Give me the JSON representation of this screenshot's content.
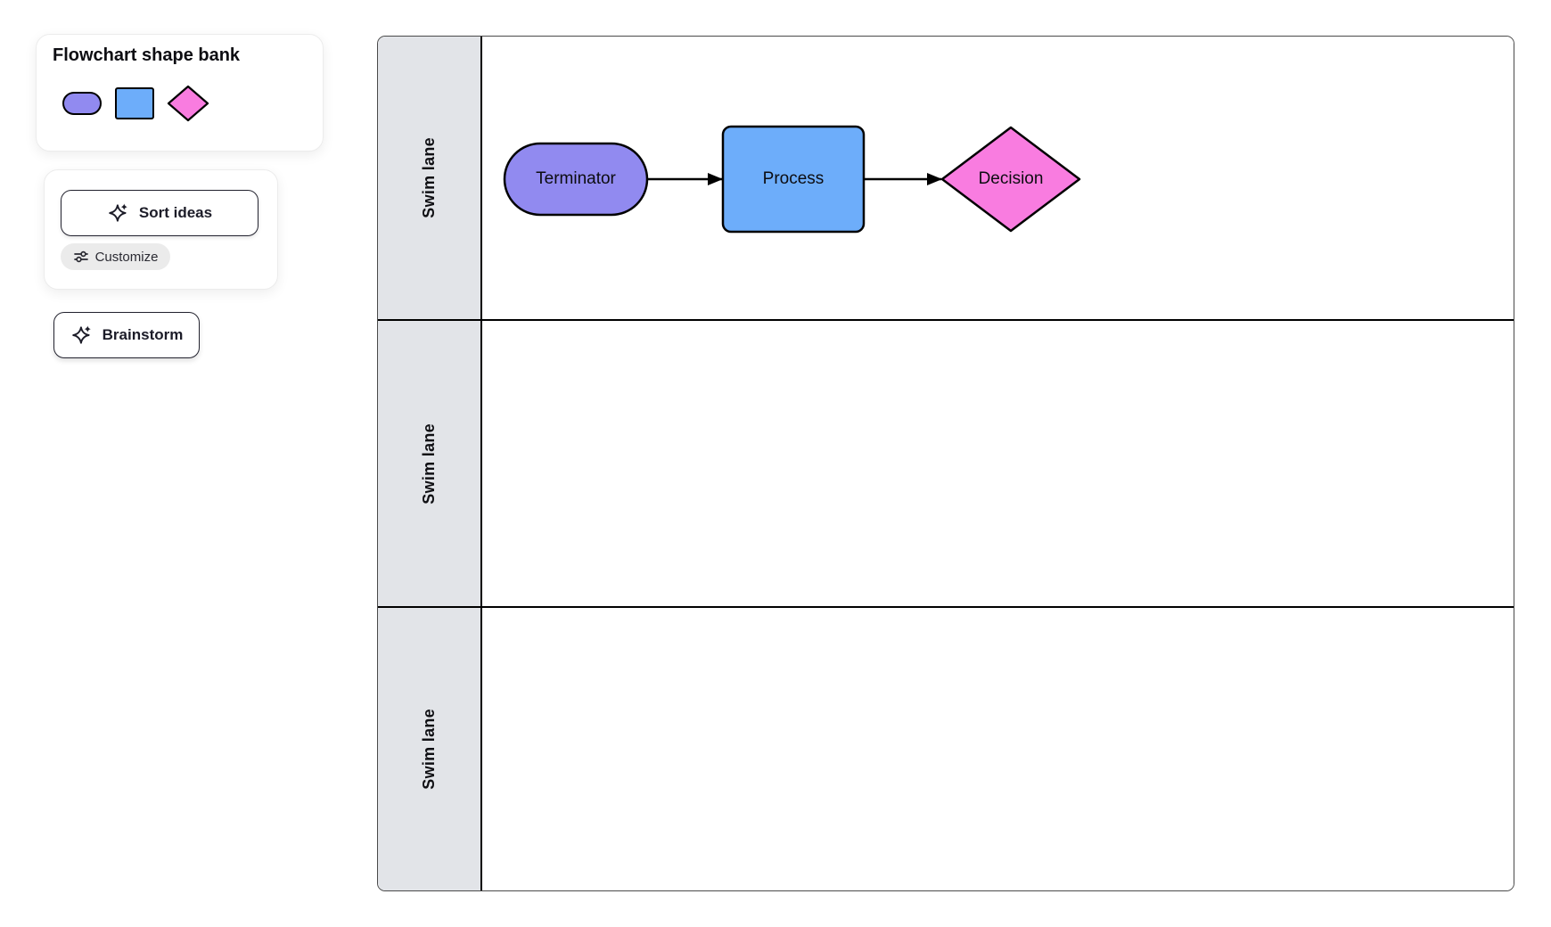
{
  "shape_bank": {
    "title": "Flowchart shape bank",
    "shapes": [
      {
        "name": "terminator-pill",
        "fill": "#918AF0"
      },
      {
        "name": "process-rect",
        "fill": "#6DADFA"
      },
      {
        "name": "decision-diamond",
        "fill": "#F97CE0"
      }
    ]
  },
  "ai_tools": {
    "sort_ideas": {
      "label": "Sort ideas",
      "icon": "sparkle-icon"
    },
    "customize": {
      "label": "Customize",
      "icon": "sliders-icon"
    },
    "brainstorm": {
      "label": "Brainstorm",
      "icon": "sparkle-icon"
    }
  },
  "swimlane_board": {
    "lane_header_bg": "#E2E4E8",
    "line_color": "#000000",
    "lanes": [
      {
        "label": "Swim lane"
      },
      {
        "label": "Swim lane"
      },
      {
        "label": "Swim lane"
      }
    ],
    "flowchart": {
      "nodes": [
        {
          "type": "terminator",
          "label": "Terminator",
          "fill": "#918AF0"
        },
        {
          "type": "process",
          "label": "Process",
          "fill": "#6DADFA"
        },
        {
          "type": "decision",
          "label": "Decision",
          "fill": "#F97CE0"
        }
      ],
      "connectors": [
        {
          "from": "Terminator",
          "to": "Process"
        },
        {
          "from": "Process",
          "to": "Decision"
        }
      ]
    }
  }
}
